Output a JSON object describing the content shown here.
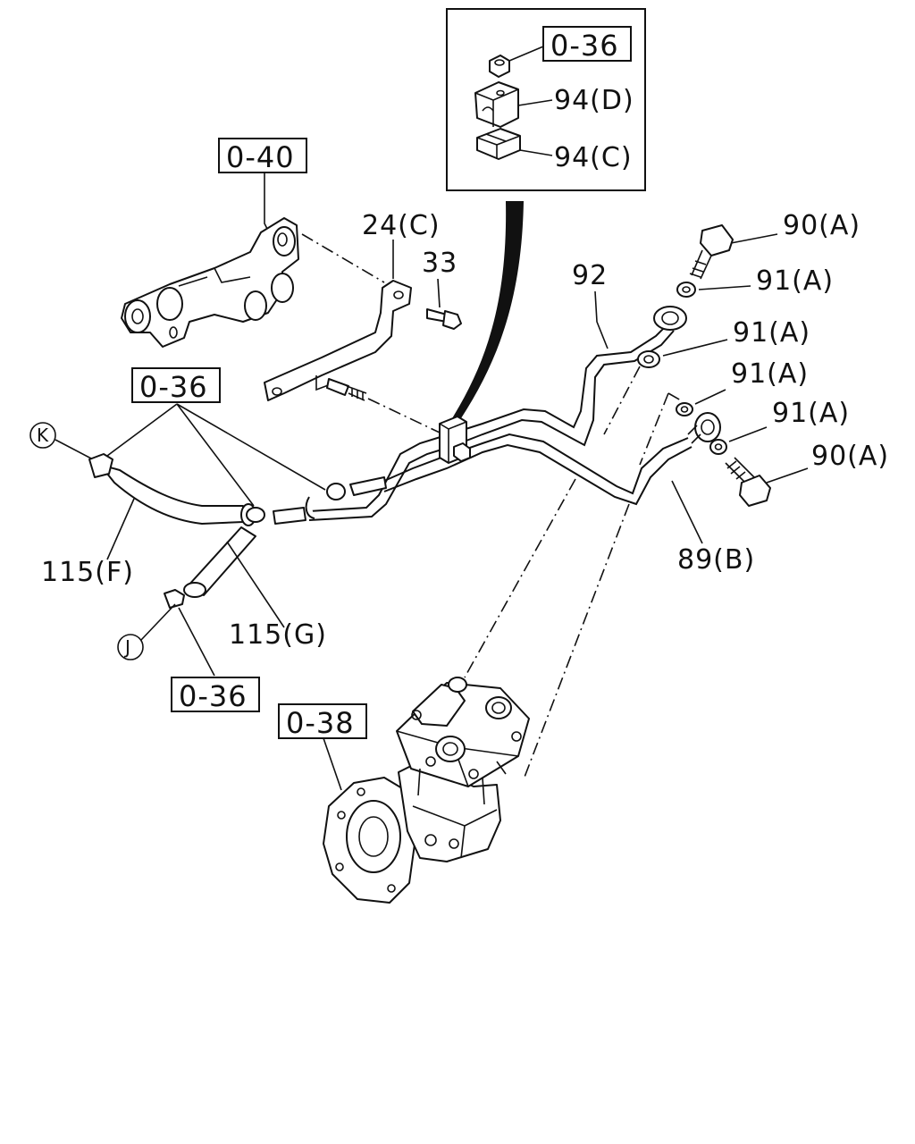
{
  "labels": {
    "ref_0_36_inset": "0-36",
    "l_94d": "94(D)",
    "l_94c": "94(C)",
    "ref_0_40": "0-40",
    "l_24c": "24(C)",
    "l_33": "33",
    "l_92": "92",
    "l_90a_top": "90(A)",
    "l_91a_1": "91(A)",
    "l_91a_2": "91(A)",
    "l_91a_3": "91(A)",
    "l_91a_4": "91(A)",
    "l_90a_bottom": "90(A)",
    "l_89b": "89(B)",
    "ref_0_36_left": "0-36",
    "circle_k": "K",
    "l_115f": "115(F)",
    "l_115g": "115(G)",
    "circle_j": "J",
    "ref_0_36_bottom": "0-36",
    "ref_0_38": "0-38"
  }
}
